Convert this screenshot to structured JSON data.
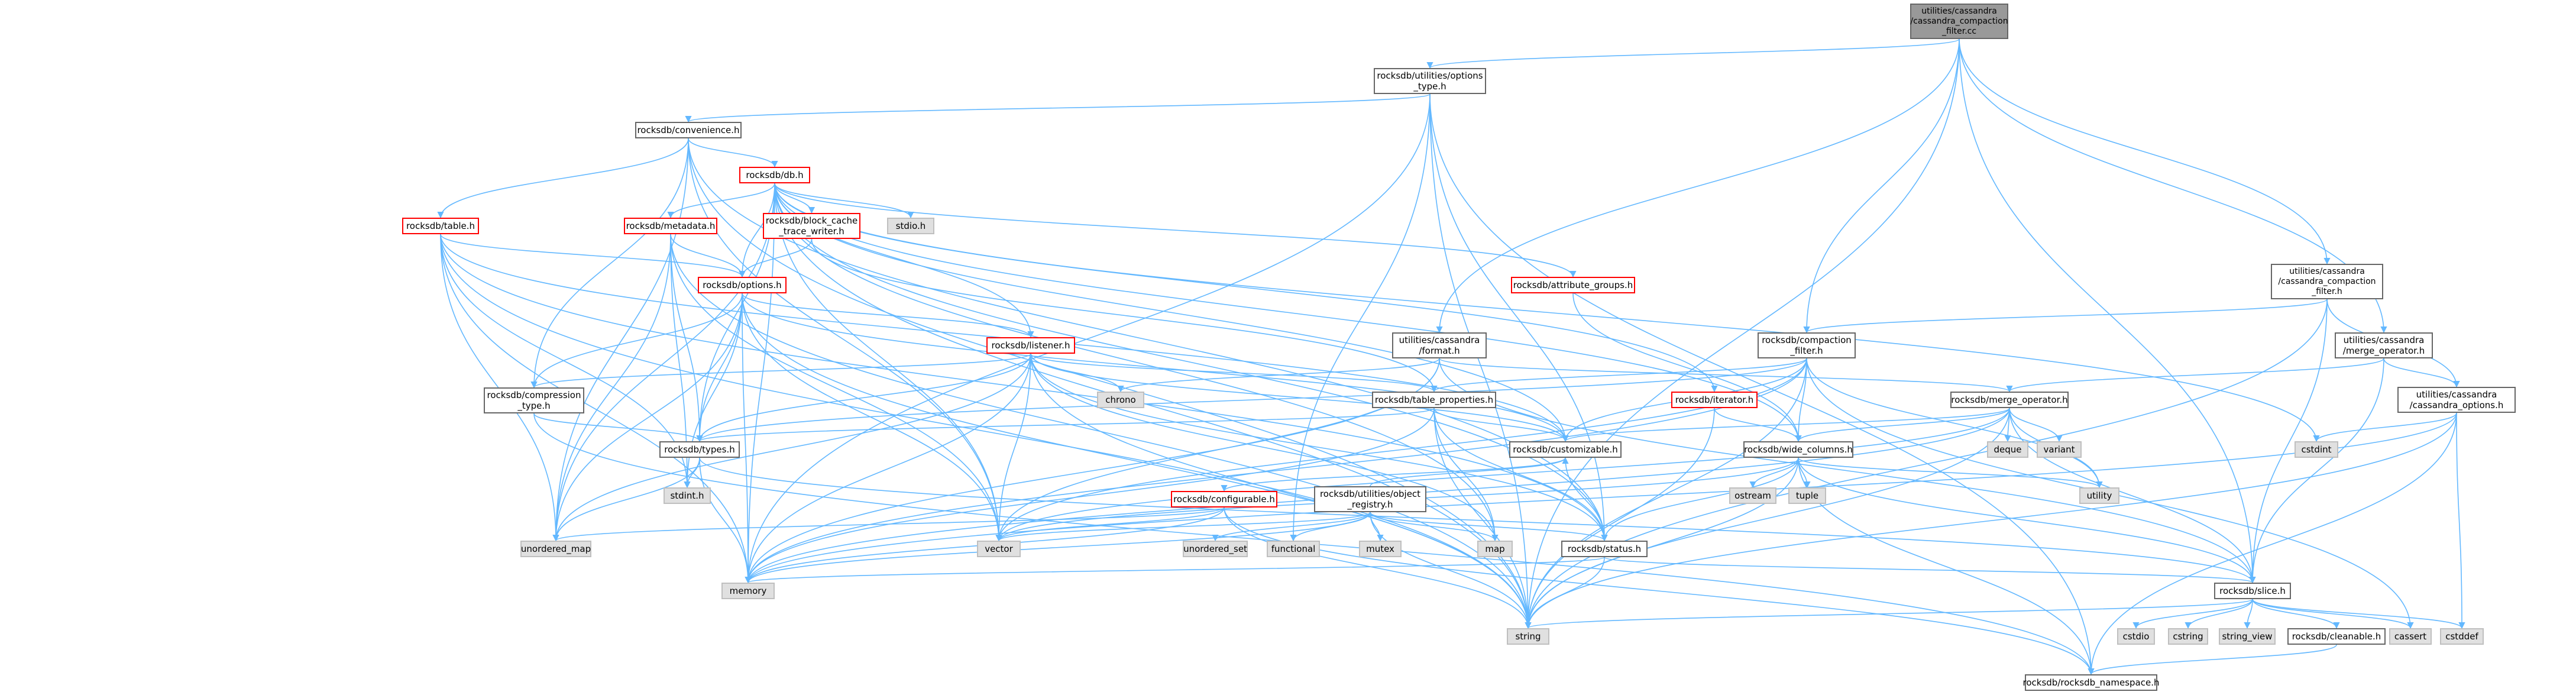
{
  "graph": {
    "colors": {
      "edge": "#63b8ff",
      "root_fill": "#999999",
      "system_fill": "#e0e0e0",
      "broken_border": "#ff0000",
      "normal_border": "#666666"
    },
    "nodes": [
      {
        "id": "root",
        "label": "utilities/cassandra\n/cassandra_compaction\n_filter.cc",
        "kind": "root"
      },
      {
        "id": "options_type",
        "label": "rocksdb/utilities/options\n_type.h",
        "kind": "normal"
      },
      {
        "id": "convenience",
        "label": "rocksdb/convenience.h",
        "kind": "normal"
      },
      {
        "id": "db",
        "label": "rocksdb/db.h",
        "kind": "broken"
      },
      {
        "id": "table",
        "label": "rocksdb/table.h",
        "kind": "broken"
      },
      {
        "id": "metadata",
        "label": "rocksdb/metadata.h",
        "kind": "broken"
      },
      {
        "id": "block_cache",
        "label": "rocksdb/block_cache\n_trace_writer.h",
        "kind": "broken"
      },
      {
        "id": "stdio_h",
        "label": "stdio.h",
        "kind": "system"
      },
      {
        "id": "options",
        "label": "rocksdb/options.h",
        "kind": "broken"
      },
      {
        "id": "attribute_groups",
        "label": "rocksdb/attribute_groups.h",
        "kind": "broken"
      },
      {
        "id": "listener",
        "label": "rocksdb/listener.h",
        "kind": "broken"
      },
      {
        "id": "compression_type",
        "label": "rocksdb/compression\n_type.h",
        "kind": "normal"
      },
      {
        "id": "chrono",
        "label": "chrono",
        "kind": "system"
      },
      {
        "id": "cassandra_format",
        "label": "utilities/cassandra\n/format.h",
        "kind": "normal"
      },
      {
        "id": "table_properties",
        "label": "rocksdb/table_properties.h",
        "kind": "normal"
      },
      {
        "id": "types",
        "label": "rocksdb/types.h",
        "kind": "normal"
      },
      {
        "id": "stdint_h",
        "label": "stdint.h",
        "kind": "system"
      },
      {
        "id": "unordered_map",
        "label": "unordered_map",
        "kind": "system"
      },
      {
        "id": "memory",
        "label": "memory",
        "kind": "system"
      },
      {
        "id": "compaction_filter",
        "label": "rocksdb/compaction\n_filter.h",
        "kind": "normal"
      },
      {
        "id": "iterator",
        "label": "rocksdb/iterator.h",
        "kind": "broken"
      },
      {
        "id": "customizable",
        "label": "rocksdb/customizable.h",
        "kind": "normal"
      },
      {
        "id": "configurable",
        "label": "rocksdb/configurable.h",
        "kind": "broken"
      },
      {
        "id": "object_registry",
        "label": "rocksdb/utilities/object\n_registry.h",
        "kind": "normal"
      },
      {
        "id": "unordered_set",
        "label": "unordered_set",
        "kind": "system"
      },
      {
        "id": "functional",
        "label": "functional",
        "kind": "system"
      },
      {
        "id": "mutex",
        "label": "mutex",
        "kind": "system"
      },
      {
        "id": "vector",
        "label": "vector",
        "kind": "system"
      },
      {
        "id": "map",
        "label": "map",
        "kind": "system"
      },
      {
        "id": "status",
        "label": "rocksdb/status.h",
        "kind": "normal"
      },
      {
        "id": "string",
        "label": "string",
        "kind": "system"
      },
      {
        "id": "merge_operator",
        "label": "rocksdb/merge_operator.h",
        "kind": "normal"
      },
      {
        "id": "deque",
        "label": "deque",
        "kind": "system"
      },
      {
        "id": "variant",
        "label": "variant",
        "kind": "system"
      },
      {
        "id": "wide_columns",
        "label": "rocksdb/wide_columns.h",
        "kind": "normal"
      },
      {
        "id": "ostream",
        "label": "ostream",
        "kind": "system"
      },
      {
        "id": "tuple",
        "label": "tuple",
        "kind": "system"
      },
      {
        "id": "utility",
        "label": "utility",
        "kind": "system"
      },
      {
        "id": "cassandra_compaction_filter_h",
        "label": "utilities/cassandra\n/cassandra_compaction\n_filter.h",
        "kind": "normal"
      },
      {
        "id": "cassandra_merge_operator",
        "label": "utilities/cassandra\n/merge_operator.h",
        "kind": "normal"
      },
      {
        "id": "cassandra_options",
        "label": "utilities/cassandra\n/cassandra_options.h",
        "kind": "normal"
      },
      {
        "id": "cstdint",
        "label": "cstdint",
        "kind": "system"
      },
      {
        "id": "slice",
        "label": "rocksdb/slice.h",
        "kind": "normal"
      },
      {
        "id": "cstdio",
        "label": "cstdio",
        "kind": "system"
      },
      {
        "id": "cstring",
        "label": "cstring",
        "kind": "system"
      },
      {
        "id": "string_view",
        "label": "string_view",
        "kind": "system"
      },
      {
        "id": "cleanable",
        "label": "rocksdb/cleanable.h",
        "kind": "normal"
      },
      {
        "id": "cassert",
        "label": "cassert",
        "kind": "system"
      },
      {
        "id": "cstddef",
        "label": "cstddef",
        "kind": "system"
      },
      {
        "id": "rocksdb_namespace",
        "label": "rocksdb/rocksdb_namespace.h",
        "kind": "normal"
      }
    ],
    "edges": [
      [
        "root",
        "options_type"
      ],
      [
        "root",
        "cassandra_compaction_filter_h"
      ],
      [
        "root",
        "cassandra_format"
      ],
      [
        "root",
        "cassandra_merge_operator"
      ],
      [
        "root",
        "string"
      ],
      [
        "root",
        "slice"
      ],
      [
        "root",
        "compaction_filter"
      ],
      [
        "options_type",
        "convenience"
      ],
      [
        "options_type",
        "string"
      ],
      [
        "options_type",
        "status"
      ],
      [
        "options_type",
        "functional"
      ],
      [
        "options_type",
        "memory"
      ],
      [
        "options_type",
        "rocksdb_namespace"
      ],
      [
        "convenience",
        "db"
      ],
      [
        "convenience",
        "table"
      ],
      [
        "convenience",
        "compression_type"
      ],
      [
        "convenience",
        "unordered_map"
      ],
      [
        "convenience",
        "string"
      ],
      [
        "convenience",
        "vector"
      ],
      [
        "convenience",
        "status"
      ],
      [
        "db",
        "stdio_h"
      ],
      [
        "db",
        "metadata"
      ],
      [
        "db",
        "block_cache"
      ],
      [
        "db",
        "options"
      ],
      [
        "db",
        "listener"
      ],
      [
        "db",
        "attribute_groups"
      ],
      [
        "db",
        "iterator"
      ],
      [
        "db",
        "types"
      ],
      [
        "db",
        "wide_columns"
      ],
      [
        "db",
        "map"
      ],
      [
        "db",
        "memory"
      ],
      [
        "db",
        "string"
      ],
      [
        "db",
        "unordered_map"
      ],
      [
        "db",
        "vector"
      ],
      [
        "db",
        "customizable"
      ],
      [
        "db",
        "status"
      ],
      [
        "db",
        "cstdint"
      ],
      [
        "table",
        "options"
      ],
      [
        "table",
        "customizable"
      ],
      [
        "table",
        "status"
      ],
      [
        "table",
        "unordered_map"
      ],
      [
        "table",
        "string"
      ],
      [
        "table",
        "memory"
      ],
      [
        "table",
        "stdint_h"
      ],
      [
        "metadata",
        "options"
      ],
      [
        "metadata",
        "types"
      ],
      [
        "metadata",
        "string"
      ],
      [
        "metadata",
        "vector"
      ],
      [
        "metadata",
        "unordered_map"
      ],
      [
        "metadata",
        "stdint_h"
      ],
      [
        "block_cache",
        "options"
      ],
      [
        "block_cache",
        "table_properties"
      ],
      [
        "options",
        "listener"
      ],
      [
        "options",
        "compression_type"
      ],
      [
        "options",
        "types"
      ],
      [
        "options",
        "customizable"
      ],
      [
        "options",
        "stdint_h"
      ],
      [
        "options",
        "memory"
      ],
      [
        "options",
        "string"
      ],
      [
        "options",
        "vector"
      ],
      [
        "options",
        "unordered_map"
      ],
      [
        "listener",
        "chrono"
      ],
      [
        "listener",
        "compression_type"
      ],
      [
        "listener",
        "table_properties"
      ],
      [
        "listener",
        "types"
      ],
      [
        "listener",
        "customizable"
      ],
      [
        "listener",
        "status"
      ],
      [
        "listener",
        "memory"
      ],
      [
        "listener",
        "string"
      ],
      [
        "listener",
        "vector"
      ],
      [
        "listener",
        "unordered_map"
      ],
      [
        "listener",
        "map"
      ],
      [
        "attribute_groups",
        "wide_columns"
      ],
      [
        "compression_type",
        "types"
      ],
      [
        "compression_type",
        "rocksdb_namespace"
      ],
      [
        "cassandra_format",
        "chrono"
      ],
      [
        "cassandra_format",
        "memory"
      ],
      [
        "cassandra_format",
        "vector"
      ],
      [
        "cassandra_format",
        "merge_operator"
      ],
      [
        "cassandra_format",
        "slice"
      ],
      [
        "table_properties",
        "types"
      ],
      [
        "table_properties",
        "customizable"
      ],
      [
        "table_properties",
        "status"
      ],
      [
        "table_properties",
        "map"
      ],
      [
        "table_properties",
        "string"
      ],
      [
        "table_properties",
        "memory"
      ],
      [
        "types",
        "stdint_h"
      ],
      [
        "types",
        "unordered_map"
      ],
      [
        "types",
        "memory"
      ],
      [
        "types",
        "slice"
      ],
      [
        "compaction_filter",
        "customizable"
      ],
      [
        "compaction_filter",
        "table_properties"
      ],
      [
        "compaction_filter",
        "types"
      ],
      [
        "compaction_filter",
        "wide_columns"
      ],
      [
        "compaction_filter",
        "cassert"
      ],
      [
        "compaction_filter",
        "memory"
      ],
      [
        "compaction_filter",
        "string"
      ],
      [
        "compaction_filter",
        "vector"
      ],
      [
        "compaction_filter",
        "utility"
      ],
      [
        "iterator",
        "wide_columns"
      ],
      [
        "iterator",
        "string"
      ],
      [
        "customizable",
        "configurable"
      ],
      [
        "customizable",
        "status"
      ],
      [
        "configurable",
        "memory"
      ],
      [
        "configurable",
        "string"
      ],
      [
        "configurable",
        "unordered_map"
      ],
      [
        "configurable",
        "vector"
      ],
      [
        "configurable",
        "rocksdb_namespace"
      ],
      [
        "object_registry",
        "unordered_set"
      ],
      [
        "object_registry",
        "functional"
      ],
      [
        "object_registry",
        "mutex"
      ],
      [
        "object_registry",
        "map"
      ],
      [
        "object_registry",
        "vector"
      ],
      [
        "object_registry",
        "memory"
      ],
      [
        "object_registry",
        "string"
      ],
      [
        "object_registry",
        "status"
      ],
      [
        "object_registry",
        "customizable"
      ],
      [
        "status",
        "memory"
      ],
      [
        "status",
        "string"
      ],
      [
        "status",
        "slice"
      ],
      [
        "merge_operator",
        "deque"
      ],
      [
        "merge_operator",
        "variant"
      ],
      [
        "merge_operator",
        "customizable"
      ],
      [
        "merge_operator",
        "wide_columns"
      ],
      [
        "merge_operator",
        "slice"
      ],
      [
        "merge_operator",
        "memory"
      ],
      [
        "merge_operator",
        "string"
      ],
      [
        "merge_operator",
        "vector"
      ],
      [
        "merge_operator",
        "utility"
      ],
      [
        "wide_columns",
        "ostream"
      ],
      [
        "wide_columns",
        "tuple"
      ],
      [
        "wide_columns",
        "utility"
      ],
      [
        "wide_columns",
        "slice"
      ],
      [
        "wide_columns",
        "status"
      ],
      [
        "wide_columns",
        "string"
      ],
      [
        "wide_columns",
        "vector"
      ],
      [
        "wide_columns",
        "rocksdb_namespace"
      ],
      [
        "cassandra_compaction_filter_h",
        "compaction_filter"
      ],
      [
        "cassandra_compaction_filter_h",
        "cassandra_options"
      ],
      [
        "cassandra_compaction_filter_h",
        "slice"
      ],
      [
        "cassandra_compaction_filter_h",
        "string"
      ],
      [
        "cassandra_merge_operator",
        "merge_operator"
      ],
      [
        "cassandra_merge_operator",
        "cassandra_options"
      ],
      [
        "cassandra_merge_operator",
        "slice"
      ],
      [
        "cassandra_options",
        "cstdint"
      ],
      [
        "cassandra_options",
        "memory"
      ],
      [
        "cassandra_options",
        "string"
      ],
      [
        "cassandra_options",
        "cstddef"
      ],
      [
        "cassandra_options",
        "rocksdb_namespace"
      ],
      [
        "slice",
        "cstdio"
      ],
      [
        "slice",
        "cstring"
      ],
      [
        "slice",
        "string_view"
      ],
      [
        "slice",
        "cleanable"
      ],
      [
        "slice",
        "cassert"
      ],
      [
        "slice",
        "cstddef"
      ],
      [
        "slice",
        "string"
      ],
      [
        "cleanable",
        "rocksdb_namespace"
      ]
    ]
  }
}
